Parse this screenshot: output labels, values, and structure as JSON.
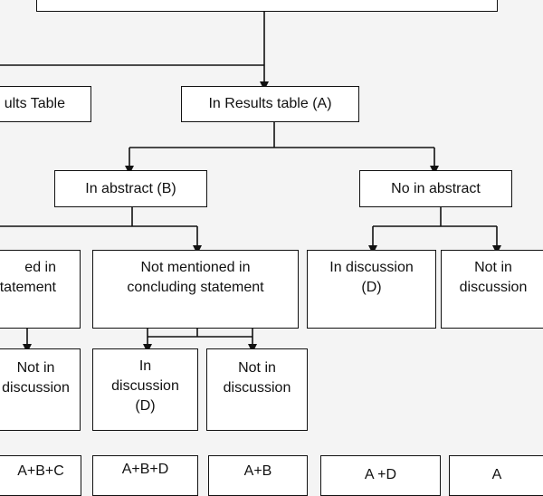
{
  "nodes": {
    "results_table_left": "ults Table",
    "in_results_table": "In Results table (A)",
    "in_abstract": "In abstract  (B)",
    "no_in_abstract": "No in abstract",
    "mentioned_concluding": "ed in\ntatement",
    "not_mentioned_concluding": "Not mentioned in\nconcluding statement",
    "in_discussion_d_right": "In discussion\n(D)",
    "not_in_discussion_right": "Not in\ndiscussion",
    "not_in_discussion_left": "Not in\ndiscussion",
    "in_discussion_d_mid": "In\ndiscussion\n(D)",
    "not_in_discussion_mid": "Not in\ndiscussion"
  },
  "outcomes": [
    "A+B+C",
    "A+B+D",
    "A+B",
    "A +D",
    "A"
  ]
}
